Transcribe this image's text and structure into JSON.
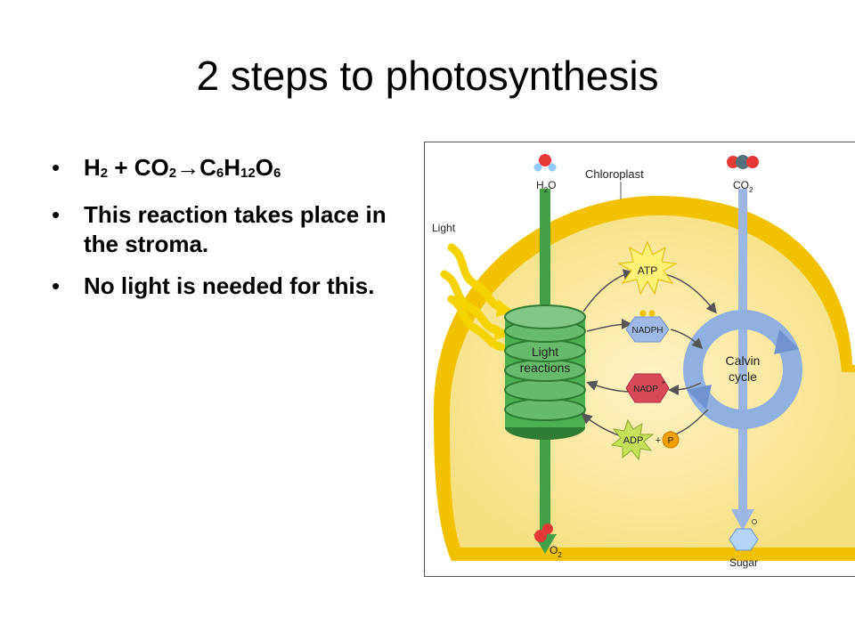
{
  "slide": {
    "title": "2 steps to photosynthesis",
    "bullets": {
      "equation": {
        "h": "H",
        "h_sub": "2",
        "plus": " + CO",
        "co_sub": "2",
        "arrow_c": "→C",
        "c_sub": "6",
        "h2": "H",
        "h2_sub": "12",
        "o": "O",
        "o_sub": "6"
      },
      "item2": "This reaction takes place in the stroma.",
      "item3": "No light is needed for this."
    },
    "bullet_glyph": "•"
  },
  "diagram": {
    "labels": {
      "chloroplast": "Chloroplast",
      "light": "Light",
      "h2o": "H",
      "h2o_sub": "2",
      "h2o_o": "O",
      "co2": "CO",
      "co2_sub": "2",
      "light_reactions_1": "Light",
      "light_reactions_2": "reactions",
      "atp": "ATP",
      "nadph": "NADPH",
      "nadp": "NADP",
      "nadp_sup": "+",
      "adp": "ADP",
      "plus": "+",
      "p": "P",
      "calvin_1": "Calvin",
      "calvin_2": "cycle",
      "o2": "O",
      "o2_sub": "2",
      "sugar": "Sugar"
    },
    "colors": {
      "outer_membrane": "#f2c200",
      "stroma": "#fbe9a0",
      "thylakoid": "#4caf50",
      "calvin": "#8fb0e0",
      "atp_star": "#fff176",
      "nadph": "#9fb8e8",
      "nadp": "#d84a5a",
      "adp_star": "#c5e15a"
    }
  }
}
